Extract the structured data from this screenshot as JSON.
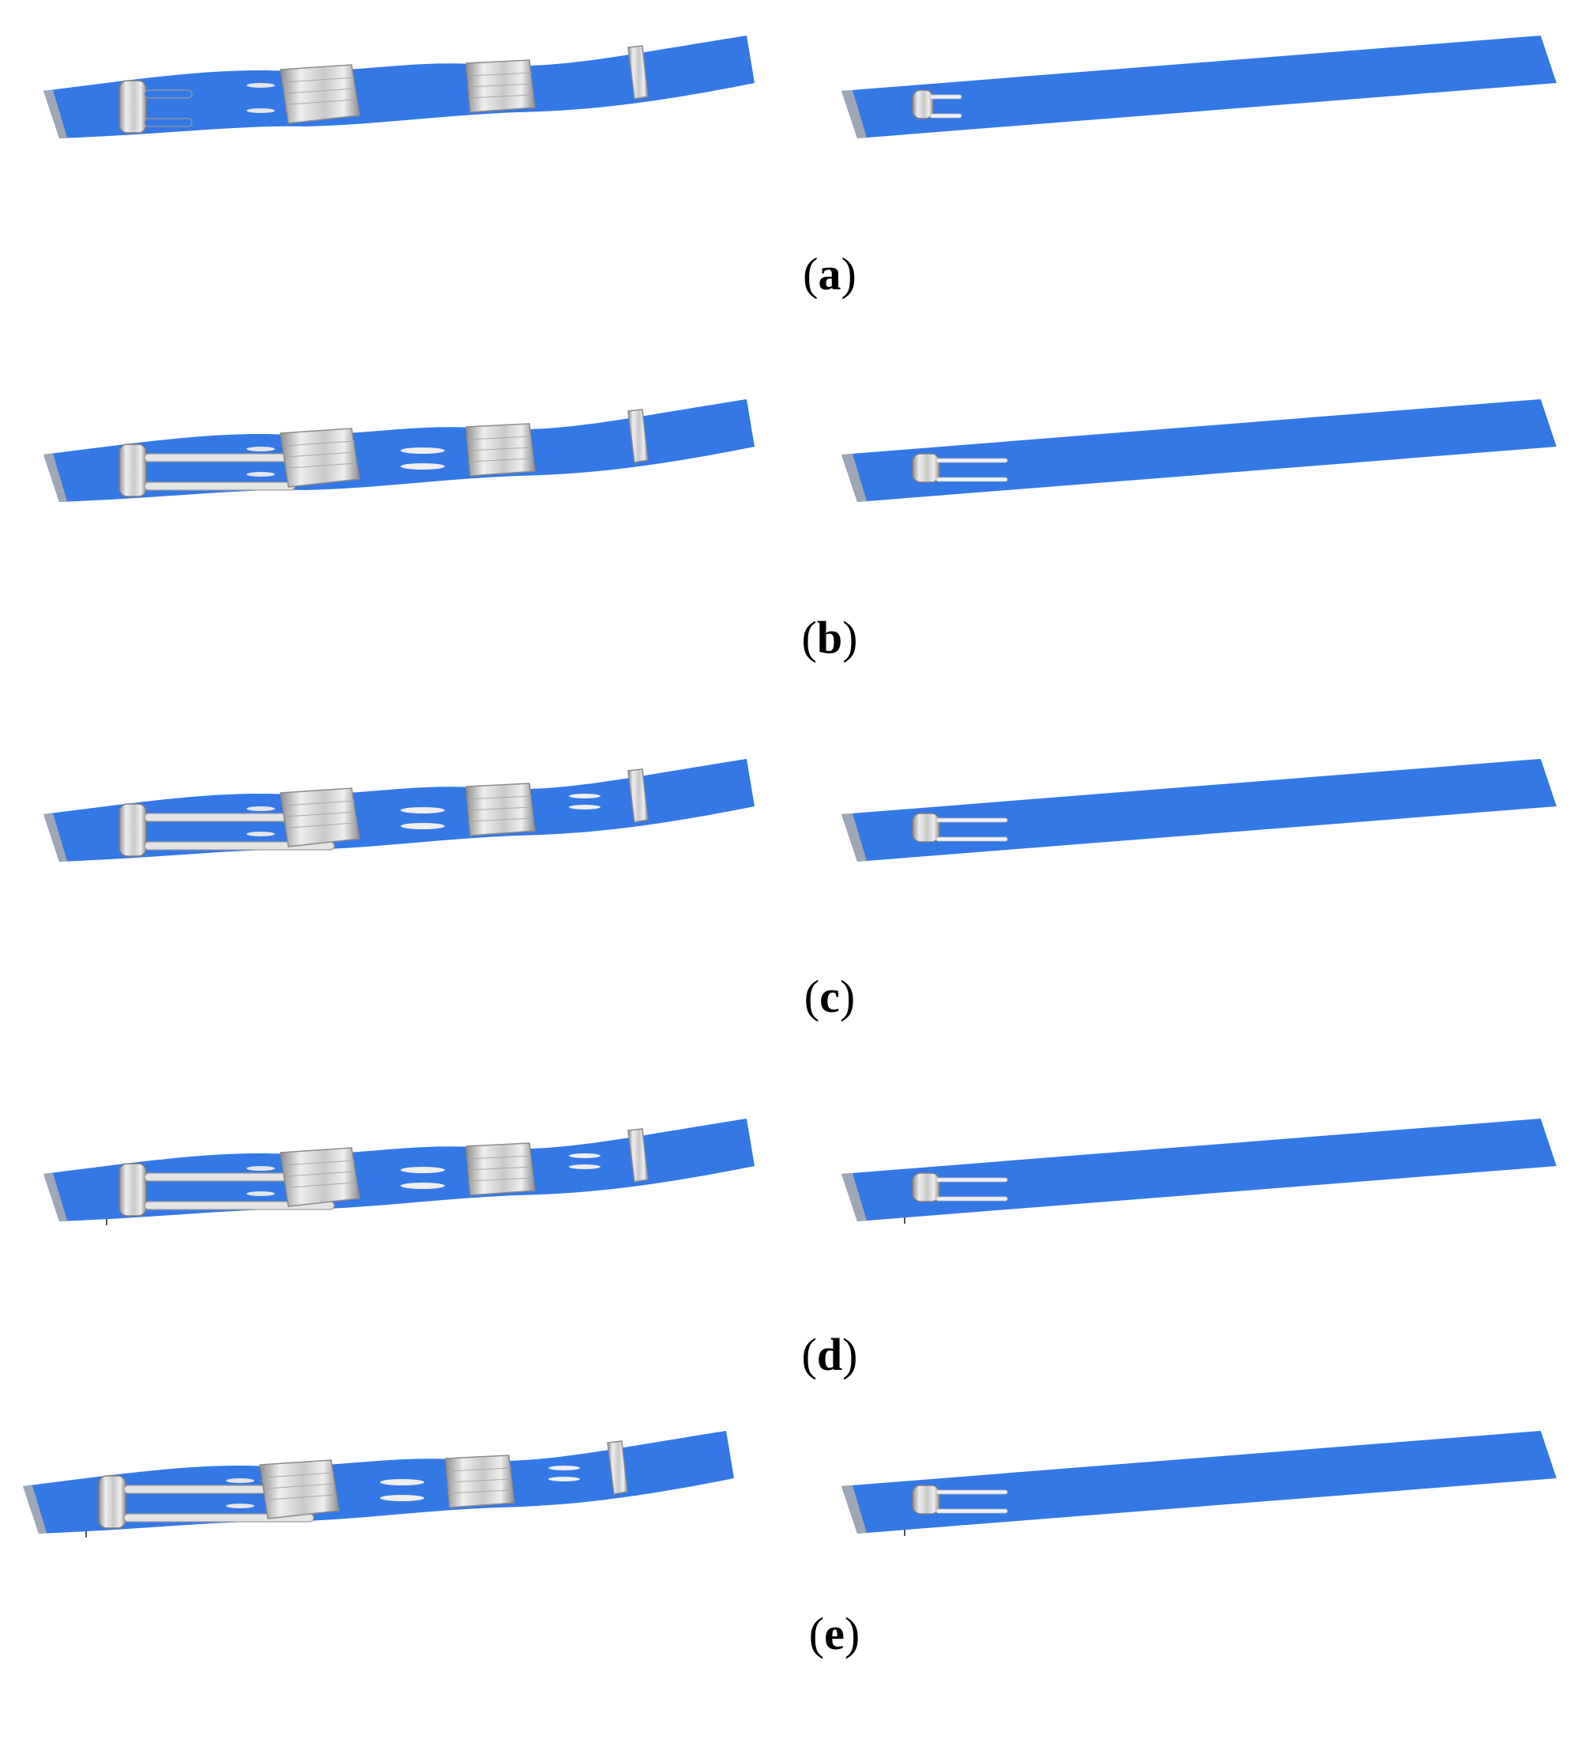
{
  "colors": {
    "plate": "#3478e6",
    "plate_edge": "#9ea7b5",
    "structure_light": "#eeeeee",
    "structure_mid": "#c9c9c9",
    "structure_dark": "#8f8f8f",
    "caption": "#000000"
  },
  "figure": {
    "panels": [
      {
        "label": "a",
        "left_stage": 1,
        "right_stage": 1
      },
      {
        "label": "b",
        "left_stage": 2,
        "right_stage": 2
      },
      {
        "label": "c",
        "left_stage": 3,
        "right_stage": 3
      },
      {
        "label": "d",
        "left_stage": 4,
        "right_stage": 3
      },
      {
        "label": "e",
        "left_stage": 4,
        "right_stage": 3
      }
    ]
  }
}
